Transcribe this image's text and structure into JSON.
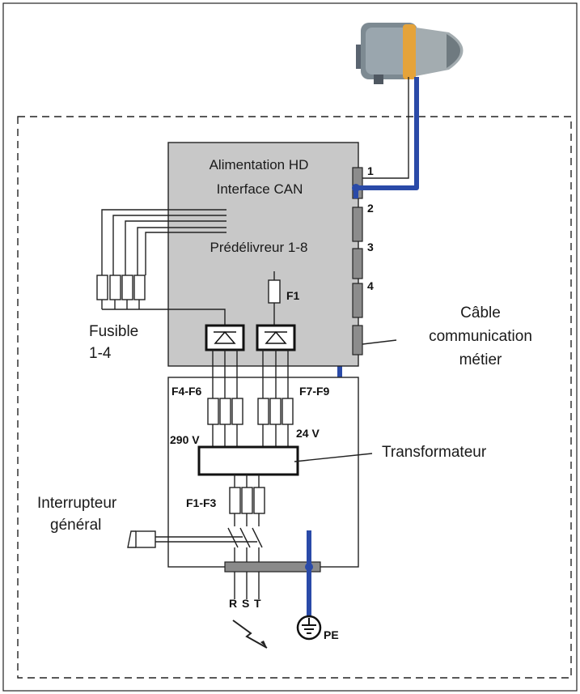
{
  "labels": {
    "power_supply": "Alimentation HD",
    "can_interface": "Interface CAN",
    "predeliverer": "Prédélivreur 1-8",
    "fuse_line1": "Fusible",
    "fuse_line2": "1-4",
    "f1": "F1",
    "connector_1": "1",
    "connector_2": "2",
    "connector_3": "3",
    "connector_4": "4",
    "cable_line1": "Câble",
    "cable_line2": "communication",
    "cable_line3": "métier",
    "f4_f6": "F4-F6",
    "f7_f9": "F7-F9",
    "v290": "290 V",
    "v24": "24 V",
    "transformer": "Transformateur",
    "f1_f3": "F1-F3",
    "switch_line1": "Interrupteur",
    "switch_line2": "général",
    "phase_r": "R",
    "phase_s": "S",
    "phase_t": "T",
    "pe": "PE"
  },
  "colors": {
    "ground_cable": "#2a4aa8",
    "module_fill": "#c8c8c8",
    "connector_fill": "#8c8c8c",
    "busbar_fill": "#8a8a8a"
  },
  "icons": {
    "motor": "motor-icon",
    "ground": "ground-icon",
    "lightning": "lightning-icon",
    "rectifier": "rectifier-icon",
    "switch_handle": "switch-handle-icon"
  }
}
